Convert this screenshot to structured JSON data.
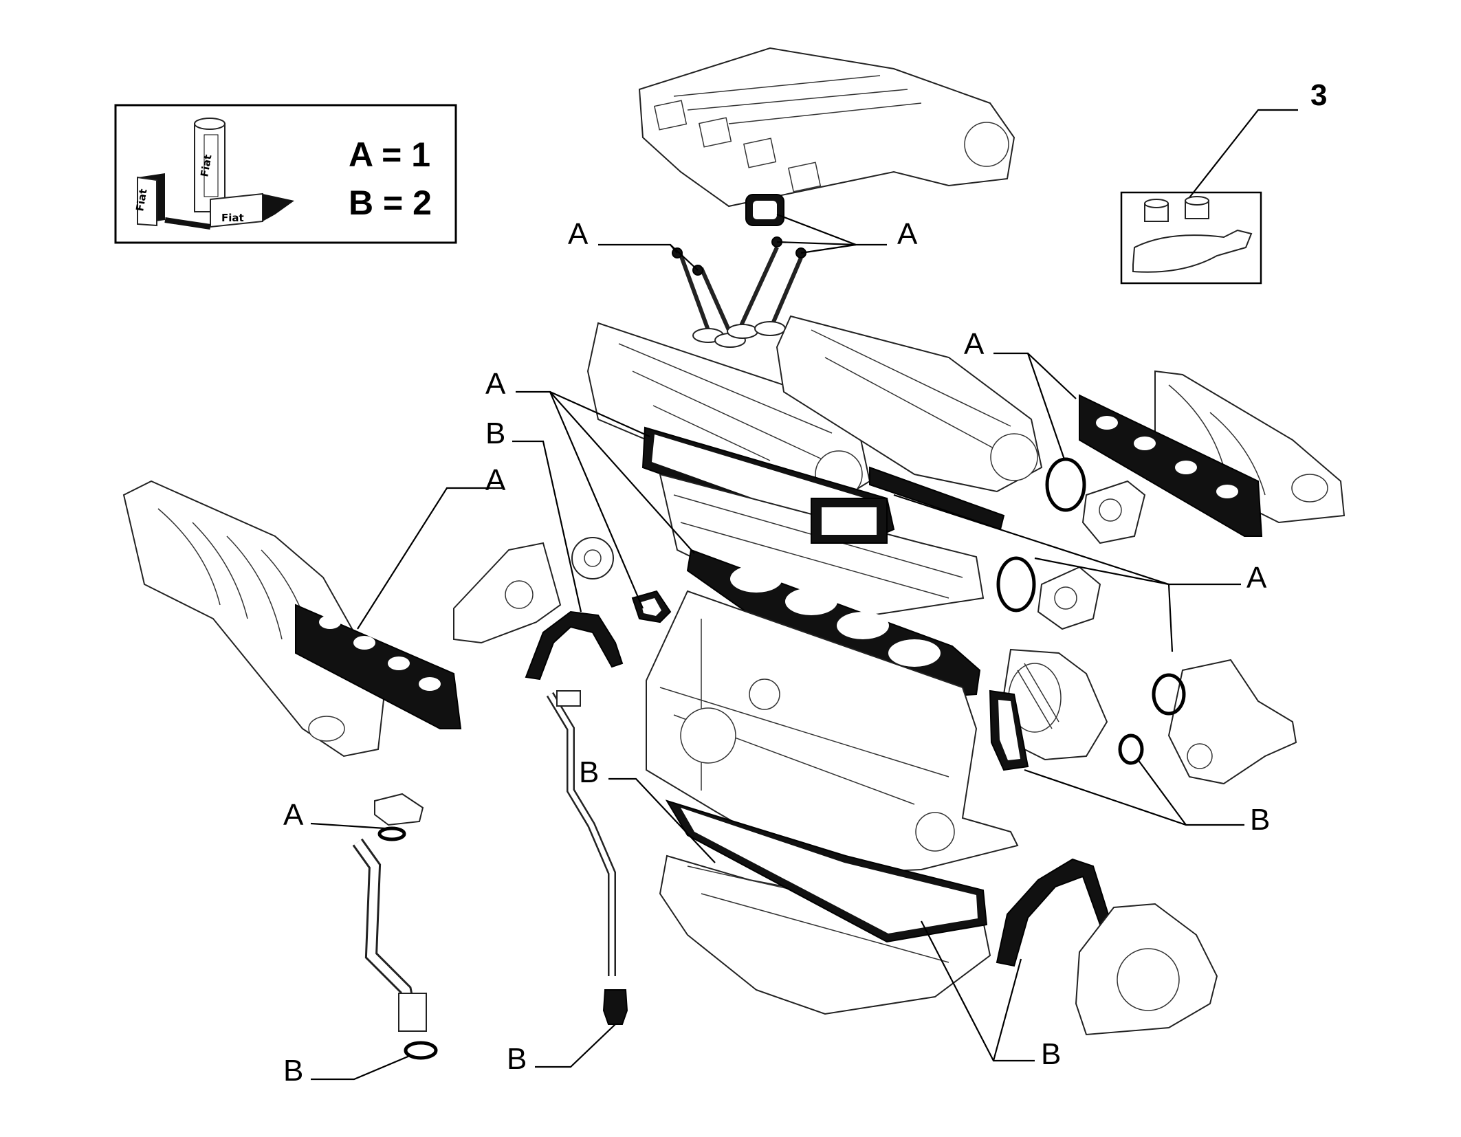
{
  "legend": {
    "line1": "A = 1",
    "line2": "B = 2",
    "product_icon": "gasket-sealant-products-icon",
    "brand_text": "Fiat"
  },
  "kit_number": "3",
  "kit_icon": "sealant-kit-icon",
  "callouts": [
    {
      "id": "intake-valve-seals",
      "letter": "A"
    },
    {
      "id": "exhaust-valve-seals",
      "letter": "A"
    },
    {
      "id": "cam-cover-gasket",
      "letter": "A"
    },
    {
      "id": "front-cover-gasket",
      "letter": "B"
    },
    {
      "id": "intake-manifold-gasket",
      "letter": "A"
    },
    {
      "id": "exhaust-manifold-gasket",
      "letter": "A"
    },
    {
      "id": "thermostat-orings",
      "letter": "A"
    },
    {
      "id": "water-pump-gaskets",
      "letter": "B"
    },
    {
      "id": "oil-pump-gasket",
      "letter": "B"
    },
    {
      "id": "sensor-oring",
      "letter": "A"
    },
    {
      "id": "pipe-oring",
      "letter": "B"
    },
    {
      "id": "drain-plug",
      "letter": "B"
    },
    {
      "id": "sump-rear-gaskets",
      "letter": "B"
    }
  ]
}
